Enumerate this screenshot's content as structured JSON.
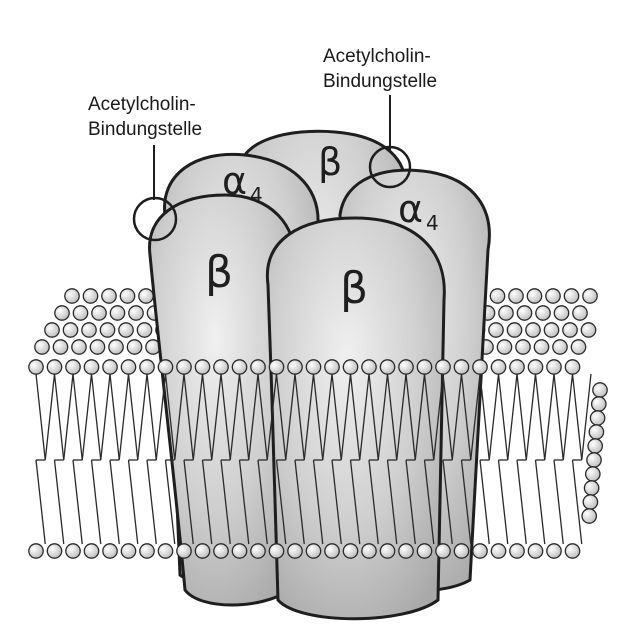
{
  "labels": {
    "binding_site_left_line1": "Acetylcholin-",
    "binding_site_left_line2": "Bindungstelle",
    "binding_site_right_line1": "Acetylcholin-",
    "binding_site_right_line2": "Bindungstelle"
  },
  "subunits": {
    "back_left": {
      "symbol": "α",
      "subscript": "4"
    },
    "back_center": {
      "symbol": "β"
    },
    "back_right": {
      "symbol": "α",
      "subscript": "4"
    },
    "front_left": {
      "symbol": "β"
    },
    "front_center": {
      "symbol": "β"
    }
  },
  "colors": {
    "subunit_fill": "#c4c4c4",
    "subunit_light": "#ececec",
    "outline": "#1e1e1e",
    "lipid_head": "#e4e4e4"
  }
}
